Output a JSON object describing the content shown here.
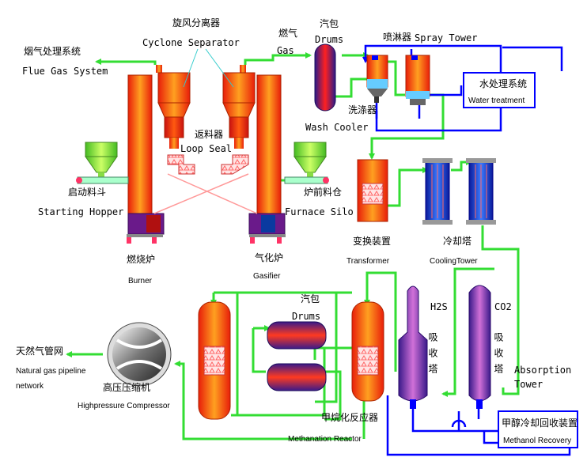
{
  "labels": {
    "cyclone_cn": "旋风分离器",
    "cyclone_en": "Cyclone Separator",
    "flue_cn": "烟气处理系统",
    "flue_en": "Flue Gas System",
    "gas_cn": "燃气",
    "gas_en": "Gas",
    "drum1_cn": "汽包",
    "drum1_en": "Drums",
    "spray_cn": "喷淋器",
    "spray_en": "Spray Tower",
    "wash_cn": "洗涤器",
    "wash_en": "Wash Cooler",
    "water_cn": "水处理系统",
    "water_en": "Water treatment",
    "loop_cn": "返料器",
    "loop_en": "Loop Seal",
    "start_cn": "启动料斗",
    "start_en": "Starting Hopper",
    "silo_cn": "炉前料仓",
    "silo_en": "Furnace Silo",
    "burner_cn": "燃烧炉",
    "burner_en": "Burner",
    "gasifier_cn": "气化炉",
    "gasifier_en": "Gasifier",
    "transformer_cn": "变换装置",
    "transformer_en": "Transformer",
    "cooling_cn": "冷却塔",
    "cooling_en": "CoolingTower",
    "drum2_cn": "汽包",
    "drum2_en": "Drums",
    "h2s": "H2S",
    "h2s_cn": "吸收塔",
    "co2": "CO2",
    "co2_cn": "吸收塔",
    "absorption_en": "Absorption Tower",
    "ng_cn": "天然气管网",
    "ng_en1": "Natural gas pipeline",
    "ng_en2": "network",
    "comp_cn": "高压压缩机",
    "comp_en": "Highpressure Compressor",
    "meth_cn": "甲烷化反应器",
    "meth_en": "Methanation Reactor",
    "methanol_cn": "甲醇冷却回收装置",
    "methanol_en": "Methanol Recovery"
  },
  "colors": {
    "flow_line": "#33dd33",
    "water_line": "#0000ff",
    "vessel_orange": "#ff6a00",
    "vessel_red": "#e01010",
    "hopper_green": "#99ee33",
    "absorber_purple": "#9955dd",
    "packing_pink": "#ffcccc"
  }
}
